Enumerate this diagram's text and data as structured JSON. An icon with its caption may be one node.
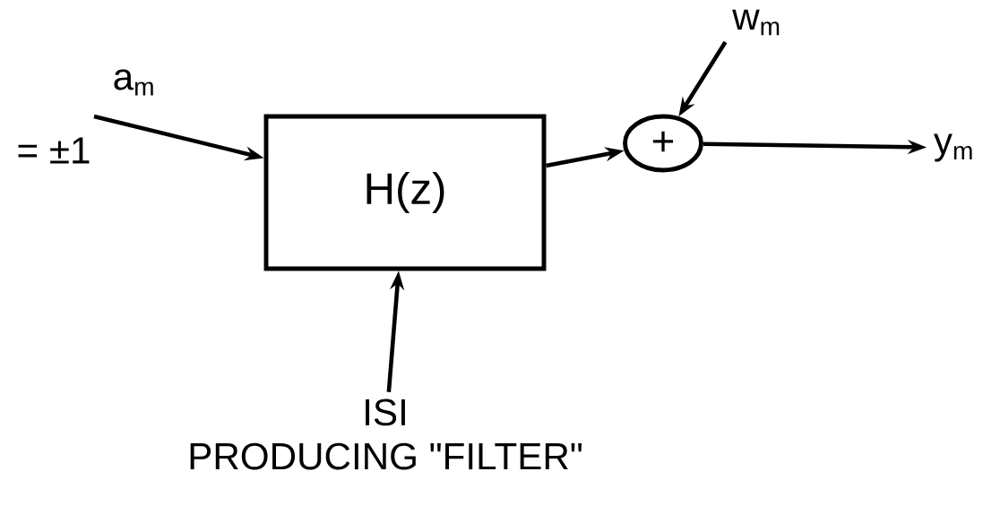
{
  "diagram": {
    "nodes": [
      {
        "text": [
          "H(z)"
        ]
      },
      {
        "text": [
          "+"
        ]
      },
      {
        "text": [
          "w$_{m}$"
        ]
      },
      {
        "text": [
          "y$_{m}$"
        ]
      },
      {
        "text": [
          "ISI",
          "PRODUCING \"FILTER\""
        ]
      }
    ],
    "edges": [
      {
        "from": null,
        "to": 0,
        "arrow": "to",
        "label": "a$_{m}$"
      },
      {
        "from": 0,
        "to": 1,
        "arrow": "to"
      },
      {
        "from": 2,
        "to": 1,
        "arrow": "to"
      },
      {
        "from": 1,
        "to": 3,
        "arrow": "to"
      },
      {
        "from": 4,
        "to": 0,
        "arrow": "to"
      }
    ],
    "labels": [
      "= ±1"
    ]
  }
}
